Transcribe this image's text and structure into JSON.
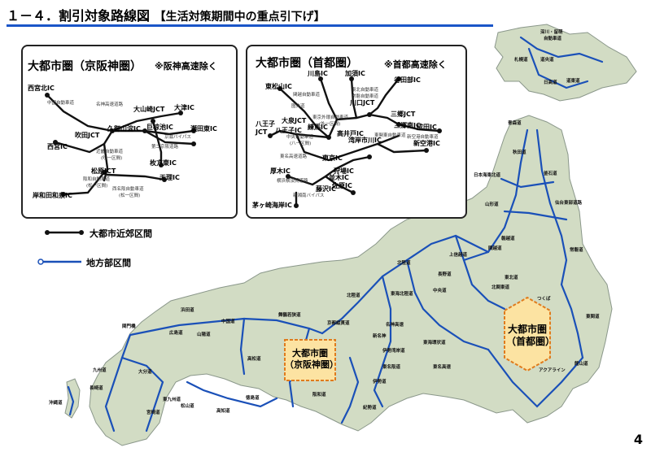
{
  "title": {
    "main": "１－４．割引対象路線図",
    "sub": "【生活対策期間中の重点引下げ】"
  },
  "page_number": "4",
  "colors": {
    "accent_blue": "#1a55c8",
    "land": "#d2dcc4",
    "coast": "#8a978a",
    "road_blue": "#1a50b8",
    "hub_fill": "#fce3a2",
    "hub_border": "#e07b1c"
  },
  "insets": {
    "keihanshin": {
      "title": "大都市圏（京阪神圏）",
      "note": "※阪神高速除く",
      "labels": [
        "西宮北IC",
        "中国自動車道",
        "名神高速道路",
        "大山崎JCT",
        "大津IC",
        "巨椋池IC",
        "瀬田東IC",
        "久御山淀IC",
        "吹田JCT",
        "第二京阪道路",
        "京滋バイパス",
        "西宮IC",
        "近畿自動車道",
        "(吹一区間)",
        "枚方東IC",
        "松原JCT",
        "阪和自動車道",
        "(松一区間)",
        "岸和田和泉IC",
        "西名阪自動車道",
        "(松一区間)",
        "天理IC"
      ]
    },
    "shutoken": {
      "title": "大都市圏（首都圏）",
      "note": "※首都高速除く",
      "labels": [
        "川島IC",
        "加須IC",
        "谷田部IC",
        "東松山IC",
        "関越自動車道",
        "東北自動車道",
        "常磐自動車道",
        "川口JCT",
        "圏央道",
        "三郷JCT",
        "八王子",
        "JCT",
        "大泉JCT",
        "東京外環自動車道",
        "(外一区間)",
        "練馬IC",
        "三郷南IC",
        "成田IC",
        "八王子IC",
        "高井戸IC",
        "新空港自動車道",
        "中央自動車道",
        "(八一区間)",
        "湾岸市川IC",
        "東関東自動車道",
        "新空港IC",
        "東名高速道路",
        "東京IC",
        "厚木IC",
        "狩場IC",
        "横浜横須賀道路",
        "並木IC",
        "藤沢IC",
        "佐原IC",
        "新湘南バイパス",
        "茅ヶ崎海岸IC"
      ]
    }
  },
  "legend": {
    "suburban": "大都市近郊区間",
    "regional": "地方部区間"
  },
  "hubs": {
    "shutoken": {
      "line1": "大都市圏",
      "line2": "（首都圏）"
    },
    "keihanshin": {
      "line1": "大都市圏",
      "line2": "（京阪神圏）"
    }
  },
  "map_labels": [
    "札幌道",
    "道央道",
    "深川・留萌",
    "自動車道",
    "日高道",
    "道東道",
    "青森道",
    "秋田道",
    "日本海東北道",
    "釜石道",
    "山形道",
    "仙台東部道路",
    "北陸道",
    "上信越道",
    "関越道",
    "常磐道",
    "北関東道",
    "東関道",
    "東海北陸道",
    "中央道",
    "長野道",
    "名神高速",
    "伊勢湾岸道",
    "東名高速",
    "新名神",
    "京都縦貫道",
    "舞鶴若狭道",
    "中国道",
    "山陽道",
    "浜田道",
    "広島道",
    "関門橋",
    "九州道",
    "長崎道",
    "大分道",
    "宮崎道",
    "東九州道",
    "沖縄道",
    "松山道",
    "高知道",
    "徳島道",
    "高松道",
    "阪和道",
    "紀勢道",
    "伊勢道",
    "東名阪道",
    "北陸道",
    "磐越道",
    "東北道",
    "館山道",
    "アクアライン",
    "つくば",
    "東海環状道"
  ]
}
